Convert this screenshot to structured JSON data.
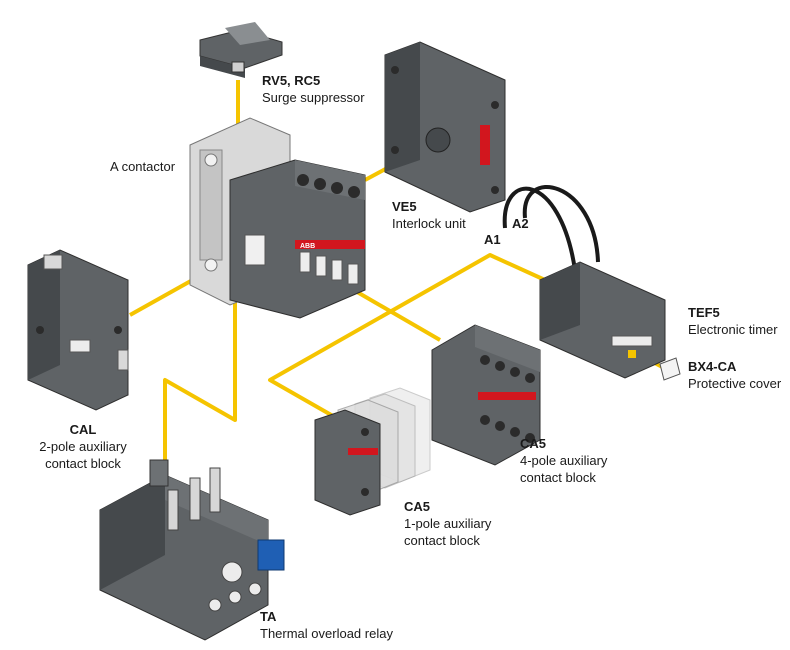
{
  "components": {
    "rv5": {
      "code": "RV5, RC5",
      "desc": "Surge suppressor"
    },
    "a_contactor": {
      "desc": "A contactor"
    },
    "ve5": {
      "code": "VE5",
      "desc": "Interlock unit"
    },
    "cal": {
      "code": "CAL",
      "desc_line1": "2-pole auxiliary",
      "desc_line2": "contact block"
    },
    "tef5": {
      "code": "TEF5",
      "desc": "Electronic timer"
    },
    "bx4": {
      "code": "BX4-CA",
      "desc": "Protective cover"
    },
    "ca5_4": {
      "code": "CA5",
      "desc_line1": "4-pole auxiliary",
      "desc_line2": "contact block"
    },
    "ca5_1": {
      "code": "CA5",
      "desc_line1": "1-pole auxiliary",
      "desc_line2": "contact block"
    },
    "ta": {
      "code": "TA",
      "desc": "Thermal overload relay"
    }
  },
  "wire_labels": {
    "a1": "A1",
    "a2": "A2"
  },
  "brand": "ABB",
  "colors": {
    "connector": "#f5c400",
    "body": "#5f6366",
    "body_dark": "#45494c",
    "body_light": "#8a8e91",
    "frame": "#d9d9d9",
    "brand_red": "#d2161e",
    "accent_blue": "#1f5fb4"
  }
}
